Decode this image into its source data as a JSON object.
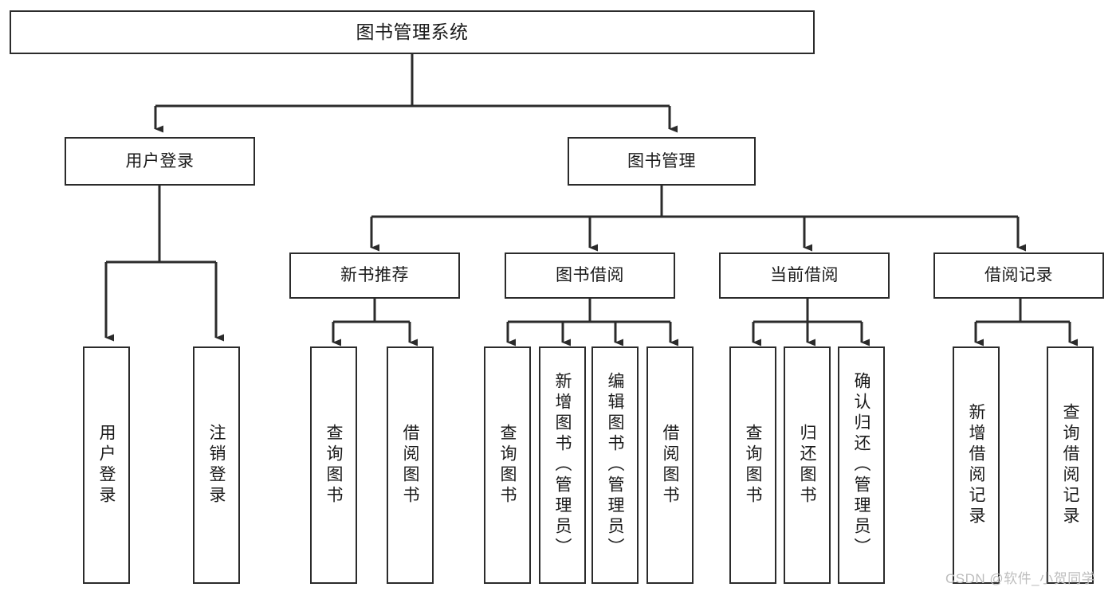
{
  "diagram": {
    "type": "tree-hierarchy-chart",
    "title": "图书管理系统",
    "root": {
      "label": "图书管理系统"
    },
    "level1": [
      {
        "id": "user-login",
        "label": "用户登录"
      },
      {
        "id": "book-manage",
        "label": "图书管理"
      }
    ],
    "level2": [
      {
        "id": "new-book-recommend",
        "label": "新书推荐",
        "parent": "book-manage"
      },
      {
        "id": "book-borrow",
        "label": "图书借阅",
        "parent": "book-manage"
      },
      {
        "id": "current-borrow",
        "label": "当前借阅",
        "parent": "book-manage"
      },
      {
        "id": "borrow-record",
        "label": "借阅记录",
        "parent": "book-manage"
      }
    ],
    "leaves": [
      {
        "id": "leaf-user-login",
        "label": "用户登录",
        "parent": "user-login"
      },
      {
        "id": "leaf-logout-login",
        "label": "注销登录",
        "parent": "user-login"
      },
      {
        "id": "leaf-query-book-1",
        "label": "查询图书",
        "parent": "new-book-recommend"
      },
      {
        "id": "leaf-borrow-book-1",
        "label": "借阅图书",
        "parent": "new-book-recommend"
      },
      {
        "id": "leaf-query-book-2",
        "label": "查询图书",
        "parent": "book-borrow"
      },
      {
        "id": "leaf-add-book",
        "label": "新增图书（管理员）",
        "parent": "book-borrow"
      },
      {
        "id": "leaf-edit-book",
        "label": "编辑图书（管理员）",
        "parent": "book-borrow"
      },
      {
        "id": "leaf-borrow-book-2",
        "label": "借阅图书",
        "parent": "book-borrow"
      },
      {
        "id": "leaf-query-book-3",
        "label": "查询图书",
        "parent": "current-borrow"
      },
      {
        "id": "leaf-return-book",
        "label": "归还图书",
        "parent": "current-borrow"
      },
      {
        "id": "leaf-confirm-return",
        "label": "确认归还（管理员）",
        "parent": "current-borrow"
      },
      {
        "id": "leaf-add-record",
        "label": "新增借阅记录",
        "parent": "borrow-record"
      },
      {
        "id": "leaf-query-record",
        "label": "查询借阅记录",
        "parent": "borrow-record"
      }
    ],
    "watermark": "CSDN @软件_小贺同学",
    "colors": {
      "stroke": "#2b2b2b",
      "fill": "#ffffff",
      "text": "#1a1a1a",
      "watermark": "#bdbdbd"
    }
  }
}
